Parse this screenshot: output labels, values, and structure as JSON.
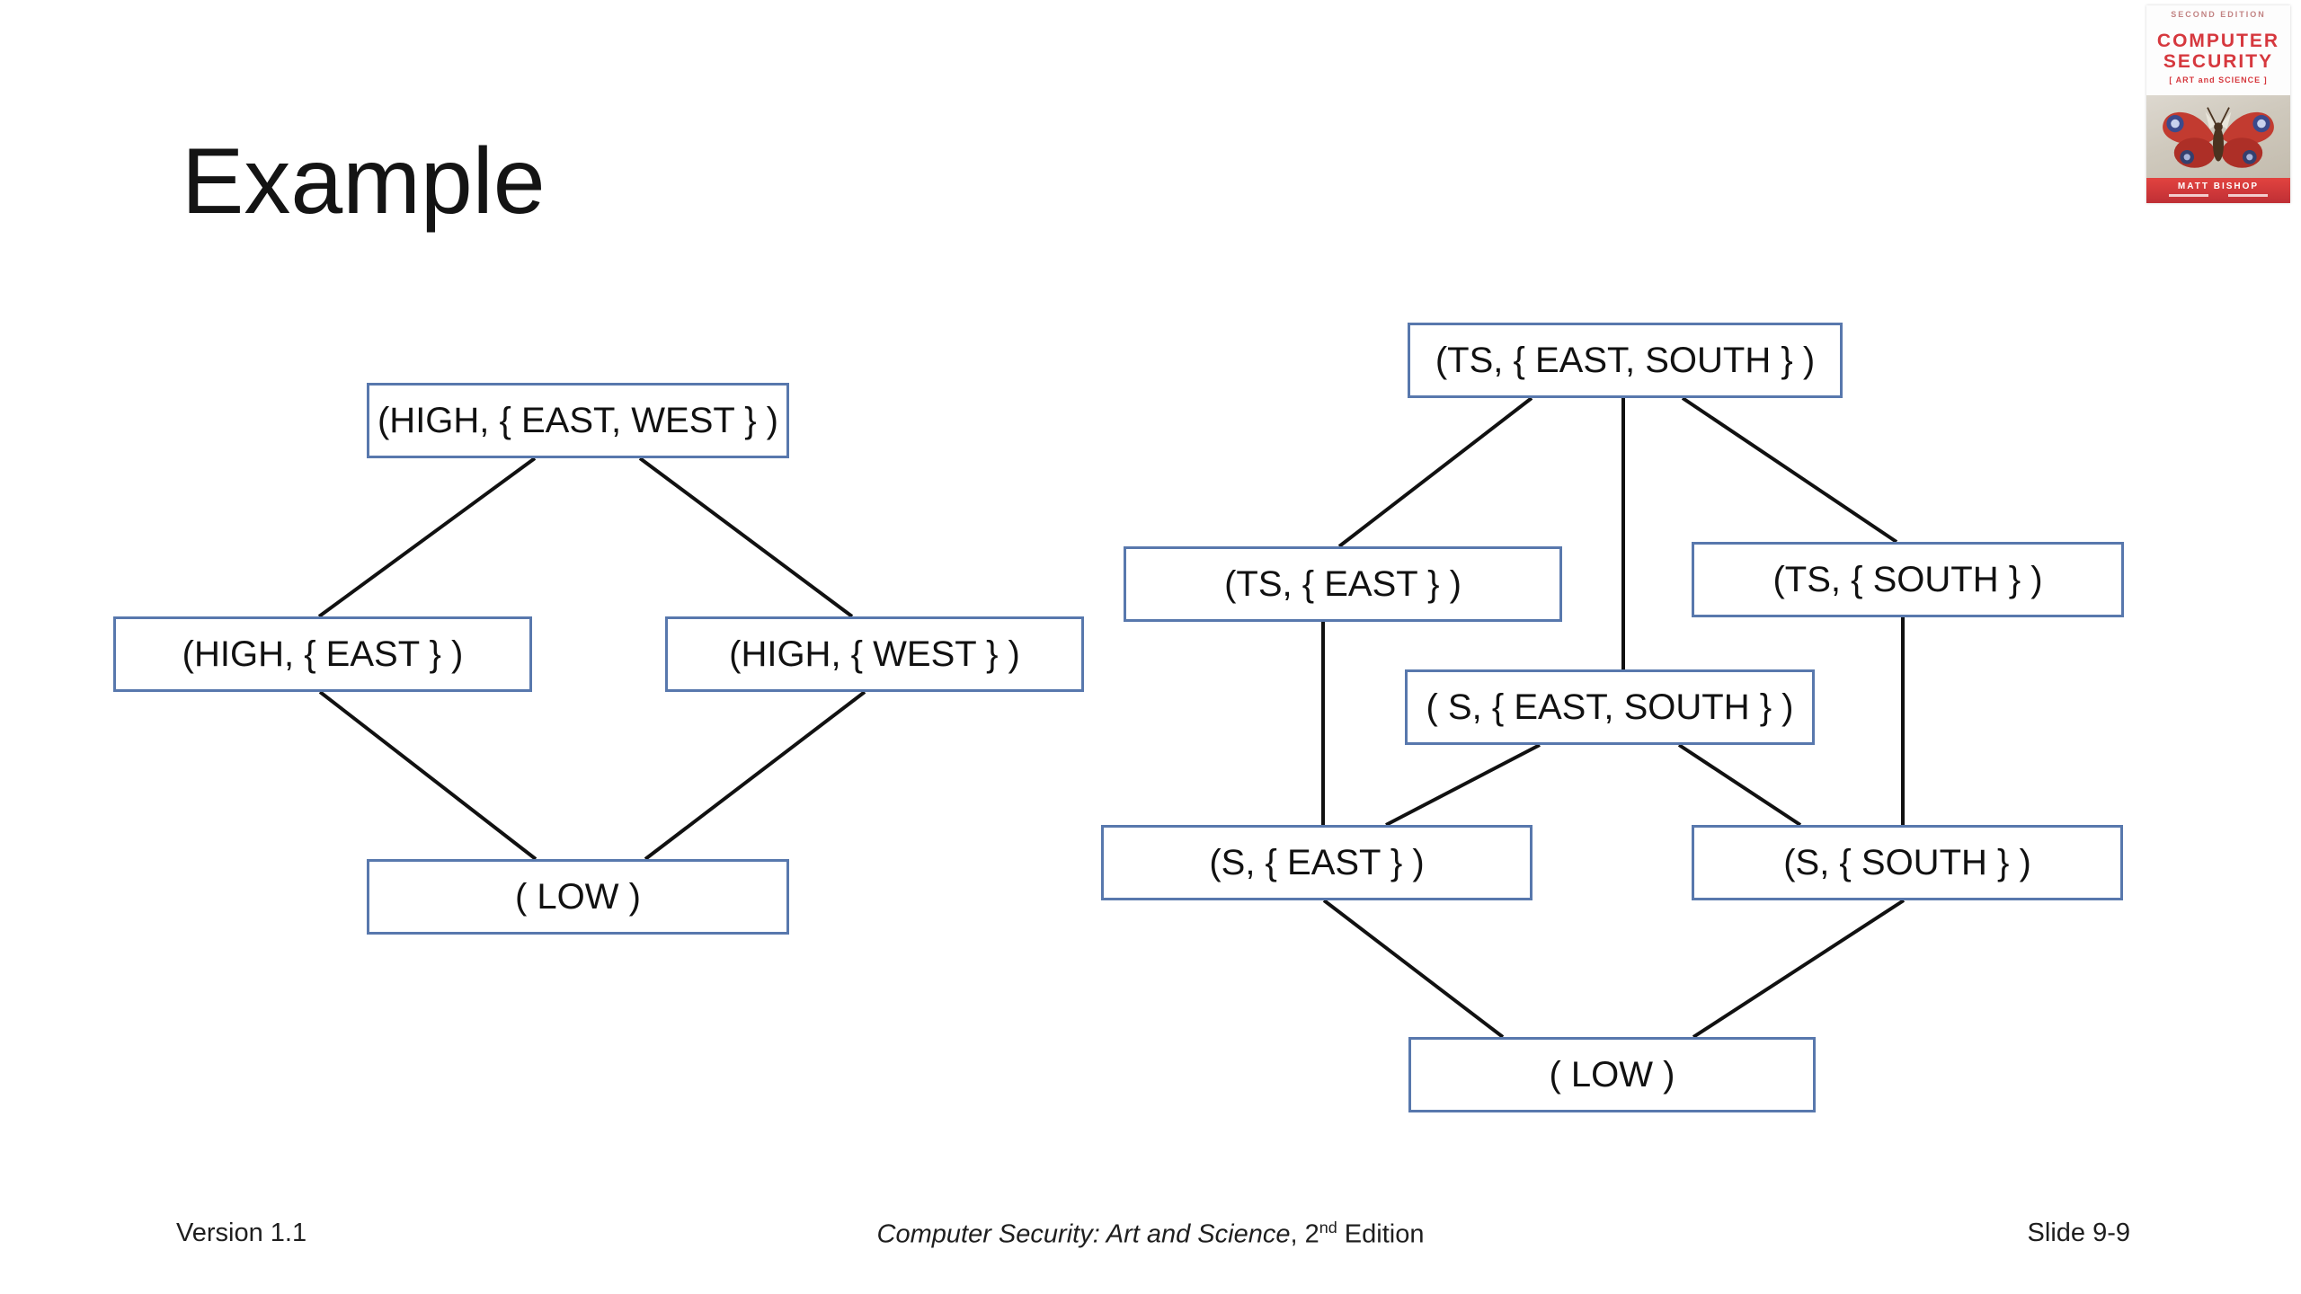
{
  "slide": {
    "title": "Example"
  },
  "book_cover": {
    "edition": "SECOND EDITION",
    "title_line1": "COMPUTER",
    "title_line2": "SECURITY",
    "subtitle": "[ ART and SCIENCE ]",
    "author": "MATT BISHOP"
  },
  "left_lattice": {
    "nodes": [
      {
        "id": "high-east-west",
        "label": "(HIGH, { EAST, WEST } )"
      },
      {
        "id": "high-east",
        "label": "(HIGH, { EAST } )"
      },
      {
        "id": "high-west",
        "label": "(HIGH, { WEST } )"
      },
      {
        "id": "low",
        "label": "( LOW )"
      }
    ],
    "edges": [
      [
        "high-east-west",
        "high-east"
      ],
      [
        "high-east-west",
        "high-west"
      ],
      [
        "high-east",
        "low"
      ],
      [
        "high-west",
        "low"
      ]
    ]
  },
  "right_lattice": {
    "nodes": [
      {
        "id": "ts-east-south",
        "label": "(TS, { EAST, SOUTH } )"
      },
      {
        "id": "ts-east",
        "label": "(TS, { EAST } )"
      },
      {
        "id": "ts-south",
        "label": "(TS, { SOUTH } )"
      },
      {
        "id": "s-east-south",
        "label": "( S, { EAST, SOUTH } )"
      },
      {
        "id": "s-east",
        "label": "(S, { EAST } )"
      },
      {
        "id": "s-south",
        "label": "(S, { SOUTH } )"
      },
      {
        "id": "low",
        "label": "( LOW )"
      }
    ],
    "edges": [
      [
        "ts-east-south",
        "ts-east"
      ],
      [
        "ts-east-south",
        "s-east-south"
      ],
      [
        "ts-east-south",
        "ts-south"
      ],
      [
        "ts-east",
        "s-east"
      ],
      [
        "ts-south",
        "s-south"
      ],
      [
        "s-east-south",
        "s-east"
      ],
      [
        "s-east-south",
        "s-south"
      ],
      [
        "s-east",
        "low"
      ],
      [
        "s-south",
        "low"
      ]
    ]
  },
  "footer": {
    "version": "Version 1.1",
    "book_title_italic": "Computer Security: Art and Science",
    "edition_pre": ", 2",
    "edition_sup": "nd",
    "edition_post": " Edition",
    "slide_number": "Slide 9-9"
  },
  "colors": {
    "box_border": "#5878ad",
    "edge_line": "#111111",
    "cover_red": "#d6383e"
  }
}
